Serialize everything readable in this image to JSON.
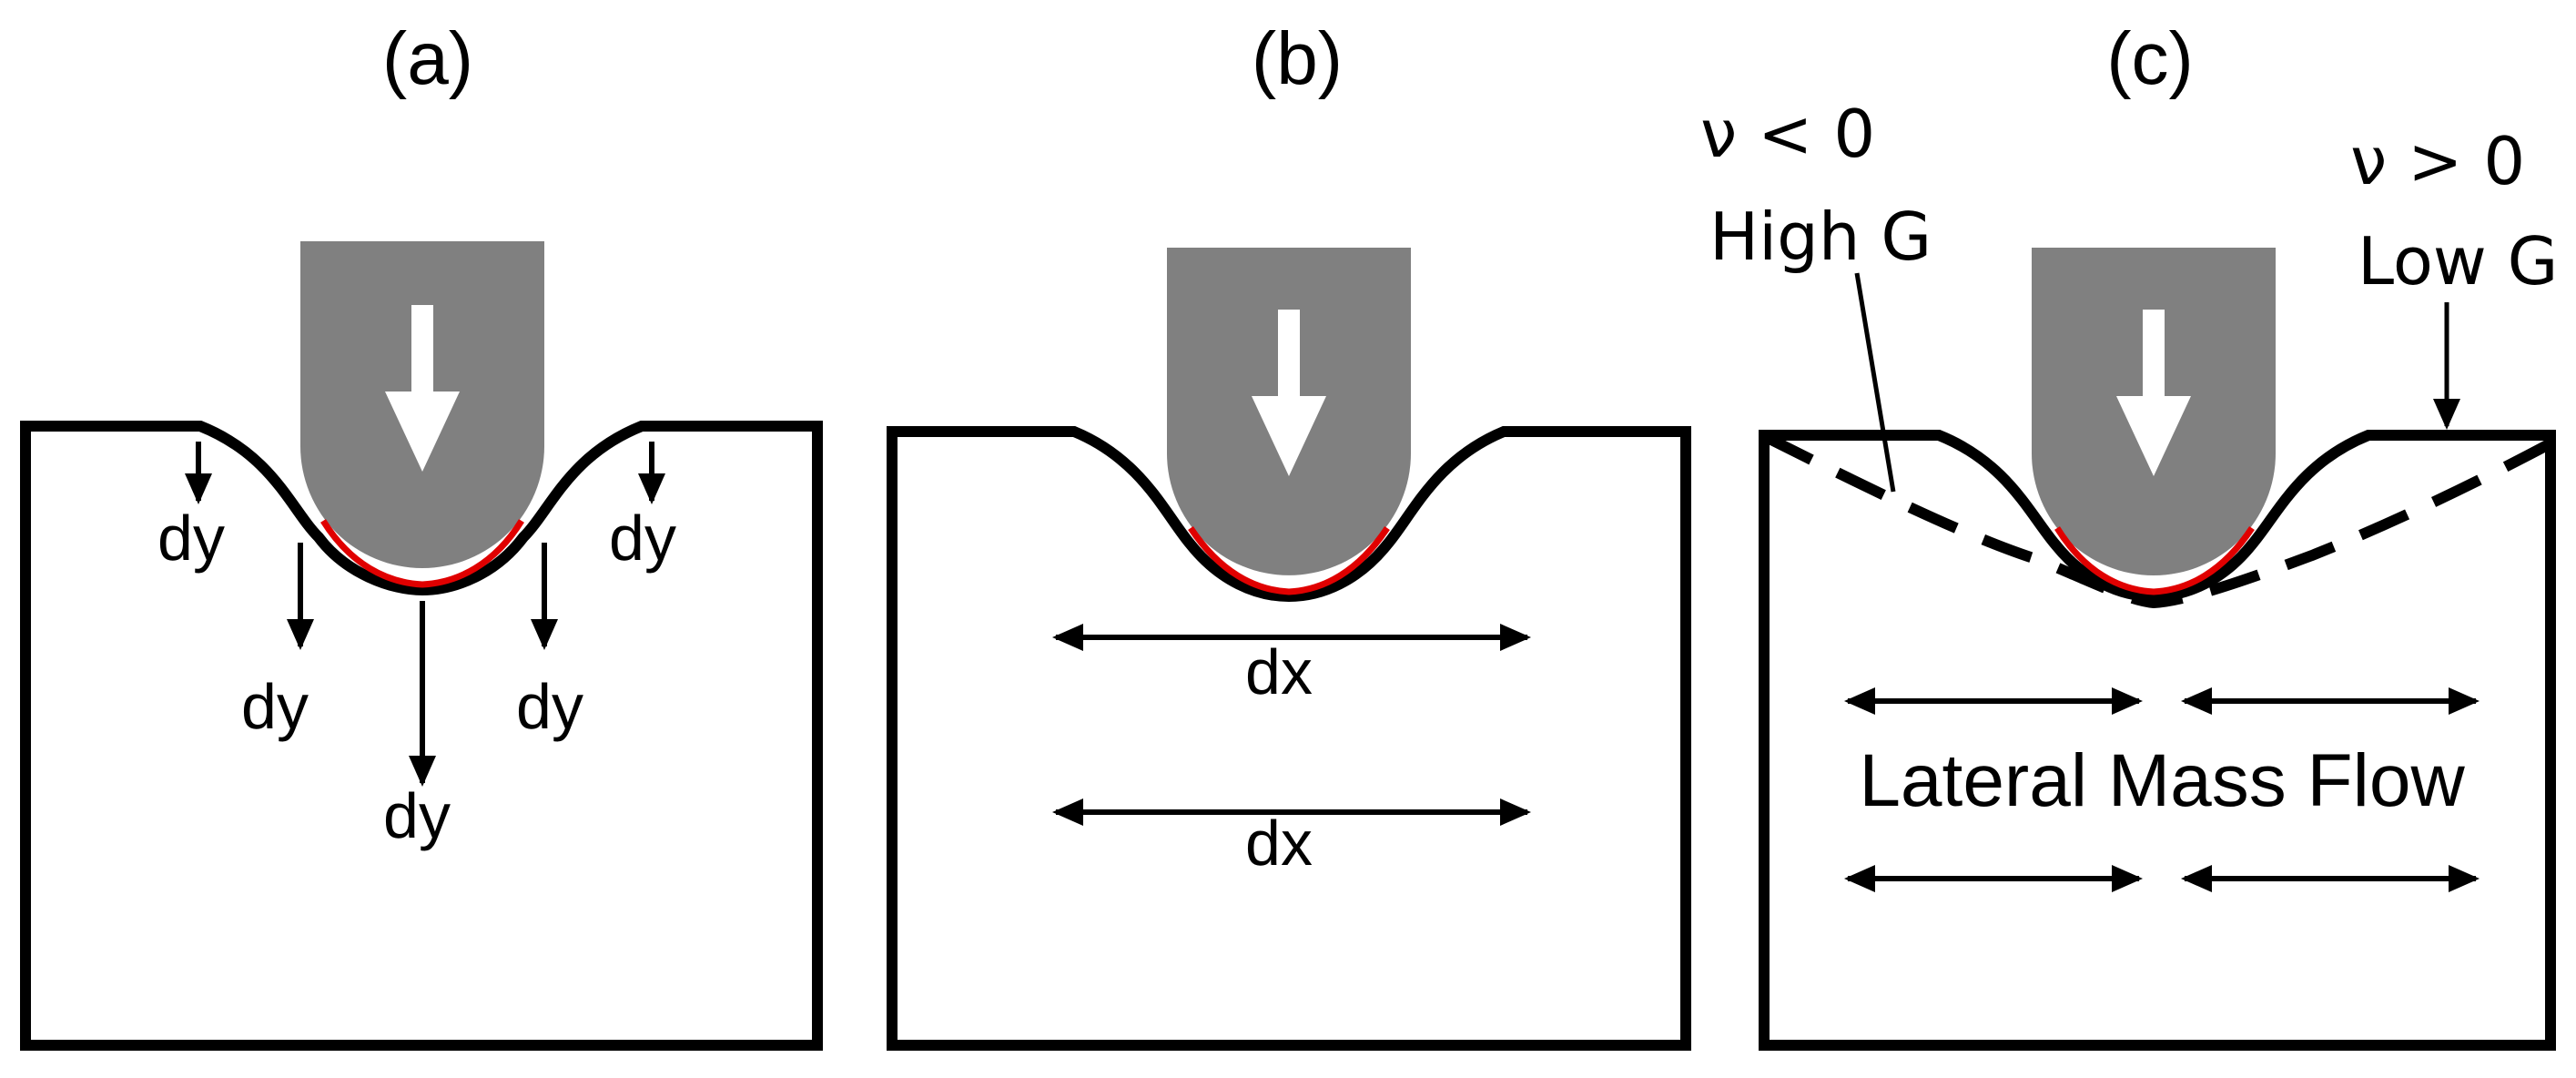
{
  "panels": [
    {
      "label": "(a)",
      "displacement_labels": [
        "dy",
        "dy",
        "dy",
        "dy",
        "dy"
      ]
    },
    {
      "label": "(b)",
      "displacement_labels": [
        "dx",
        "dx"
      ]
    },
    {
      "label": "(c)",
      "left_annotation": {
        "poisson": "ν < 0",
        "modulus": "High G"
      },
      "right_annotation": {
        "poisson": "ν > 0",
        "modulus": "Low G"
      },
      "flow_label": "Lateral Mass Flow"
    }
  ],
  "colors": {
    "indenter": "#808080",
    "contact": "#e00000",
    "outline": "#000000",
    "arrow_inside_indenter": "#ffffff"
  }
}
